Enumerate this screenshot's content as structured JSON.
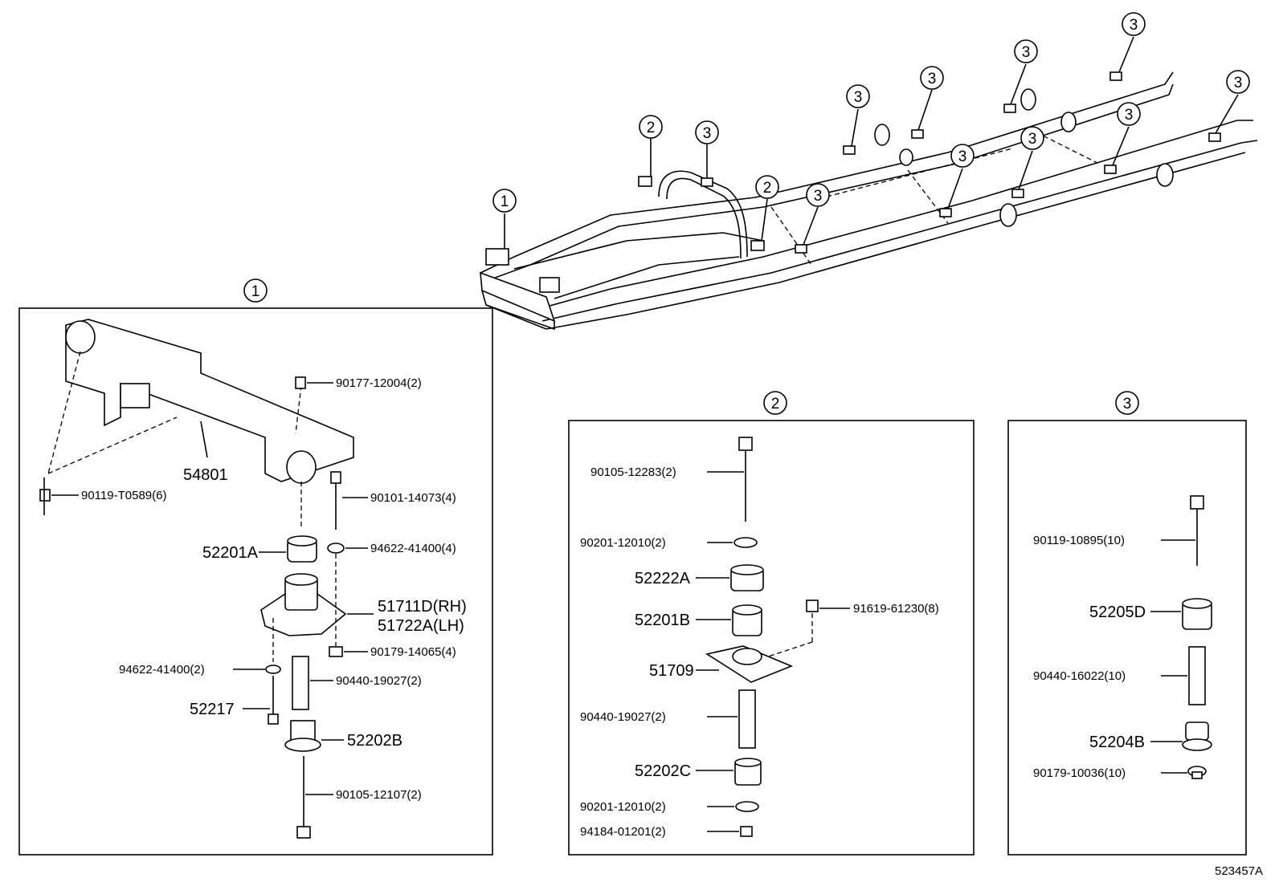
{
  "diagram_id": "523457A",
  "callouts": {
    "one": "1",
    "two": "2",
    "three": "3"
  },
  "group1": {
    "frame_label": "54801",
    "p_90177": "90177-12004(2)",
    "p_90119": "90119-T0589(6)",
    "p_90101": "90101-14073(4)",
    "p_52201A": "52201A",
    "p_94622a": "94622-41400(4)",
    "p_51711D": "51711D(RH)",
    "p_51722A": "51722A(LH)",
    "p_90179": "90179-14065(4)",
    "p_94622b": "94622-41400(2)",
    "p_90440": "90440-19027(2)",
    "p_52217": "52217",
    "p_52202B": "52202B",
    "p_90105": "90105-12107(2)"
  },
  "group2": {
    "p_90105": "90105-12283(2)",
    "p_90201a": "90201-12010(2)",
    "p_52222A": "52222A",
    "p_91619": "91619-61230(8)",
    "p_52201B": "52201B",
    "p_51709": "51709",
    "p_90440": "90440-19027(2)",
    "p_52202C": "52202C",
    "p_90201b": "90201-12010(2)",
    "p_94184": "94184-01201(2)"
  },
  "group3": {
    "p_90119": "90119-10895(10)",
    "p_52205D": "52205D",
    "p_90440": "90440-16022(10)",
    "p_52204B": "52204B",
    "p_90179": "90179-10036(10)"
  }
}
